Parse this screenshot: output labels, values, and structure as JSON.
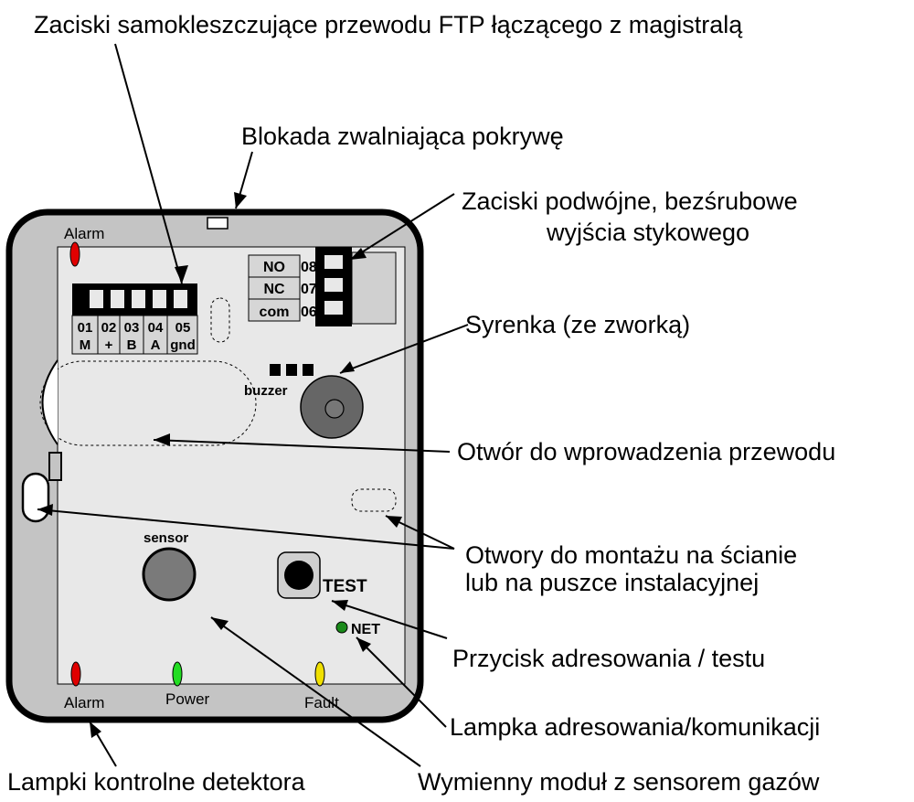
{
  "labels": {
    "ftp_clamps": "Zaciski samokleszczujące przewodu FTP łączącego z magistralą",
    "cover_lock": "Blokada zwalniająca pokrywę",
    "double_terminals_line1": "Zaciski podwójne, bezśrubowe",
    "double_terminals_line2": "wyjścia stykowego",
    "siren": "Syrenka (ze zworką)",
    "cable_hole": "Otwór do wprowadzenia przewodu",
    "mount_holes_line1": "Otwory do montażu na ścianie",
    "mount_holes_line2": "lub na puszce instalacyjnej",
    "test_button": "Przycisk adresowania / testu",
    "address_lamp": "Lampka adresowania/komunikacji",
    "control_lamps": "Lampki kontrolne detektora",
    "sensor_module": "Wymienny moduł z sensorem gazów"
  },
  "device": {
    "alarm_top": "Alarm",
    "alarm_bottom": "Alarm",
    "power": "Power",
    "fault": "Fault",
    "sensor": "sensor",
    "buzzer": "buzzer",
    "test": "TEST",
    "net": "NET",
    "terminals_bus": [
      {
        "num": "01",
        "sig": "M"
      },
      {
        "num": "02",
        "sig": "+"
      },
      {
        "num": "03",
        "sig": "B"
      },
      {
        "num": "04",
        "sig": "A"
      },
      {
        "num": "05",
        "sig": "gnd"
      }
    ],
    "terminals_relay": [
      {
        "name": "NO",
        "num": "08"
      },
      {
        "name": "NC",
        "num": "07"
      },
      {
        "name": "com",
        "num": "06"
      }
    ]
  },
  "colors": {
    "housing": "#c4c4c4",
    "board": "#e8e8e8",
    "led_alarm": "#e00000",
    "led_power": "#22dd22",
    "led_fault": "#f0e000",
    "led_net": "#1a8a1a",
    "buzzer": "#666666",
    "sensor": "#7a7a7a"
  }
}
